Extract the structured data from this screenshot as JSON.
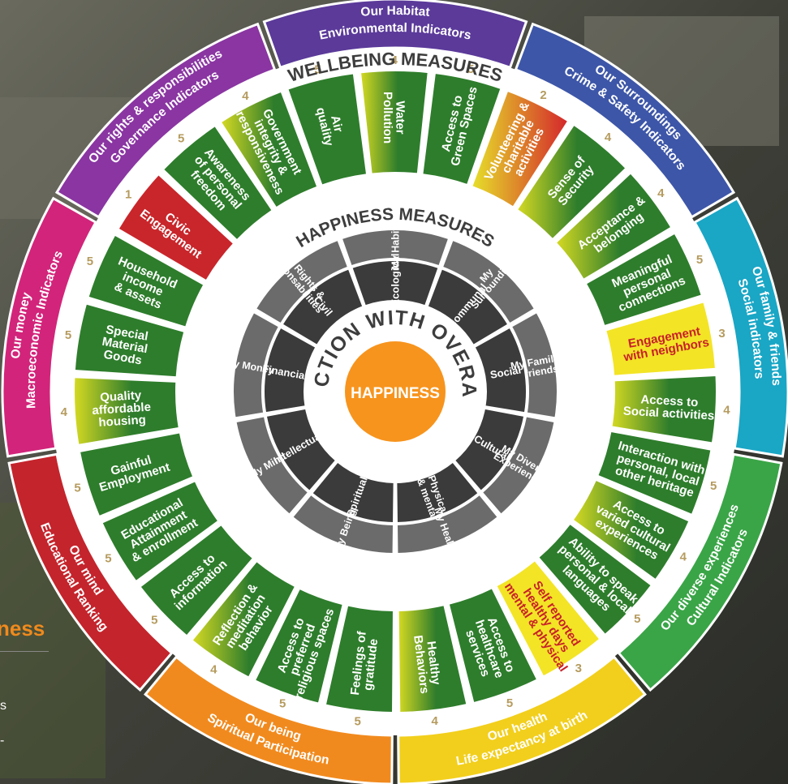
{
  "colors": {
    "green": "#2e7d2c",
    "red": "#c8262b",
    "yellow": "#f3e426",
    "orange": "#f7941d",
    "white": "#ffffff",
    "cream": "#f6f0dc",
    "scoreGold": "#b59b5e"
  },
  "center": {
    "label": "HAPPINESS",
    "ring_text": "SATISFACTION WITH OVERALL LIFE"
  },
  "titles": {
    "happiness": "HAPPINESS MEASURES",
    "wellbeing": "WELLBEING MEASURES"
  },
  "side": {
    "title_fragment": "ness",
    "bit1": "s",
    "bit2": "-"
  },
  "happiness": [
    {
      "inner": "Ecological",
      "outer": [
        "My Habitat"
      ]
    },
    {
      "inner": "Communal",
      "outer": [
        "My",
        "Surroundings"
      ]
    },
    {
      "inner": "Social",
      "outer": [
        "My Family &",
        "friends"
      ]
    },
    {
      "inner": "Cultural",
      "outer": [
        "My Diverse",
        "Experiences"
      ]
    },
    {
      "inner": "Physical",
      "inner2": "& mental",
      "outer": [
        "My Health"
      ]
    },
    {
      "inner": "Spiritual",
      "outer": [
        "My Being"
      ]
    },
    {
      "inner": "Intellectual",
      "outer": [
        "My Mind"
      ]
    },
    {
      "inner": "Financial",
      "outer": [
        "My Money"
      ]
    },
    {
      "inner": "Civil",
      "outer": [
        "My Rights &",
        "responsabilities"
      ]
    }
  ],
  "wellbeing": [
    {
      "lines": [
        "Access to",
        "Green Spaces"
      ],
      "score": "5",
      "color": "g"
    },
    {
      "lines": [
        "Volunteering &",
        "charitable",
        "activities"
      ],
      "score": "2",
      "color": "ry"
    },
    {
      "lines": [
        "Sense of",
        "Security"
      ],
      "score": "4",
      "color": "gy"
    },
    {
      "lines": [
        "Acceptance &",
        "belonging"
      ],
      "score": "4",
      "color": "gy"
    },
    {
      "lines": [
        "Meaningful",
        "personal",
        "connections"
      ],
      "score": "5",
      "color": "g"
    },
    {
      "lines": [
        "Engagement",
        "with neighbors"
      ],
      "score": "3",
      "color": "y"
    },
    {
      "lines": [
        "Access to",
        "Social activities"
      ],
      "score": "4",
      "color": "gy"
    },
    {
      "lines": [
        "Interaction with",
        "personal, local",
        "other heritage"
      ],
      "score": "5",
      "color": "g"
    },
    {
      "lines": [
        "Access to",
        "varied cultural",
        "experiences"
      ],
      "score": "4",
      "color": "gy"
    },
    {
      "lines": [
        "Ability to speak",
        "personal & local",
        "languages"
      ],
      "score": "5",
      "color": "g"
    },
    {
      "lines": [
        "Self reported",
        "healthy days",
        "mental & physical"
      ],
      "score": "3",
      "color": "y"
    },
    {
      "lines": [
        "Access to",
        "healthcare",
        "services"
      ],
      "score": "5",
      "color": "g"
    },
    {
      "lines": [
        "Healthy",
        "Behaviors"
      ],
      "score": "4",
      "color": "gy"
    },
    {
      "lines": [
        "Feelings of",
        "gratitude"
      ],
      "score": "5",
      "color": "g"
    },
    {
      "lines": [
        "Access to",
        "preferred",
        "religious spaces"
      ],
      "score": "5",
      "color": "g"
    },
    {
      "lines": [
        "Reflection &",
        "meditation",
        "behavior"
      ],
      "score": "4",
      "color": "gy"
    },
    {
      "lines": [
        "Access to",
        "information"
      ],
      "score": "5",
      "color": "g"
    },
    {
      "lines": [
        "Educational",
        "Attainment",
        "& enrollment"
      ],
      "score": "5",
      "color": "g"
    },
    {
      "lines": [
        "Gainful",
        "Employment"
      ],
      "score": "5",
      "color": "g"
    },
    {
      "lines": [
        "Quality",
        "affordable",
        "housing"
      ],
      "score": "4",
      "color": "gy"
    },
    {
      "lines": [
        "Special",
        "Material",
        "Goods"
      ],
      "score": "5",
      "color": "g"
    },
    {
      "lines": [
        "Household",
        "income",
        "& assets"
      ],
      "score": "5",
      "color": "g"
    },
    {
      "lines": [
        "Civic",
        "Engagement"
      ],
      "score": "1",
      "color": "r"
    },
    {
      "lines": [
        "Awareness",
        "of personal",
        "freedom"
      ],
      "score": "5",
      "color": "g"
    },
    {
      "lines": [
        "Government",
        "integrity &",
        "responsiveness"
      ],
      "score": "4",
      "color": "gy"
    },
    {
      "lines": [
        "Air",
        "quality"
      ],
      "score": "5",
      "color": "g"
    },
    {
      "lines": [
        "Water",
        "Pollution"
      ],
      "score": "4",
      "color": "gy"
    }
  ],
  "indicators": [
    {
      "lines": [
        "Our Habitat",
        "Environmental Indicators"
      ],
      "color": "#5b3a9a"
    },
    {
      "lines": [
        "Our Surroundings",
        "Crime & Safety Indicators"
      ],
      "color": "#3d56a8"
    },
    {
      "lines": [
        "Our family & friends",
        "Social indicators"
      ],
      "color": "#1aa6c5"
    },
    {
      "lines": [
        "Our diverse experiences",
        "Cultural Indicators"
      ],
      "color": "#3aa547"
    },
    {
      "lines": [
        "Our health",
        "Life expectancy at birth"
      ],
      "color": "#f2cf1c"
    },
    {
      "lines": [
        "Our being",
        "Spiritual Participation"
      ],
      "color": "#f18a1e"
    },
    {
      "lines": [
        "Our mind",
        "Educational Ranking"
      ],
      "color": "#c4242c"
    },
    {
      "lines": [
        "Our money",
        "Macroeconomic Indicators"
      ],
      "color": "#d2247a"
    },
    {
      "lines": [
        "Our rights & responsibilities",
        "Governance Indicators"
      ],
      "color": "#8a35a2"
    }
  ]
}
